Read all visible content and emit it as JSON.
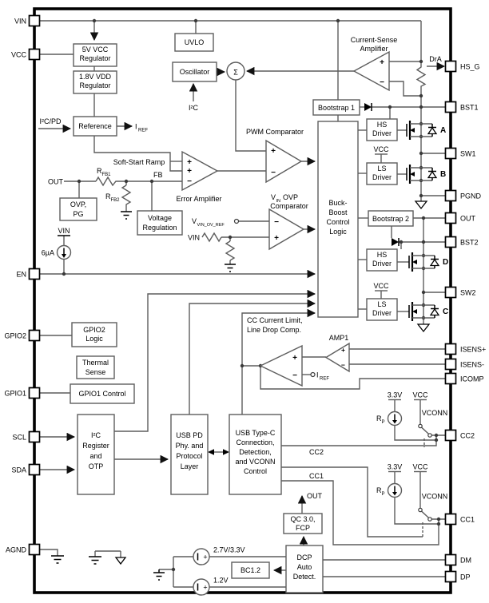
{
  "pins": {
    "left": [
      "VIN",
      "VCC",
      "EN",
      "GPIO2",
      "GPIO1",
      "SCL",
      "SDA",
      "AGND"
    ],
    "right": [
      "HS_G",
      "BST1",
      "SW1",
      "PGND",
      "OUT",
      "BST2",
      "SW2",
      "ISENS+",
      "ISENS-",
      "ICOMP",
      "CC2",
      "CC1",
      "DM",
      "DP"
    ]
  },
  "blocks": {
    "reg5": [
      "5V VCC",
      "Regulator"
    ],
    "reg18": [
      "1.8V VDD",
      "Regulator"
    ],
    "reference": [
      "Reference"
    ],
    "uvlo": [
      "UVLO"
    ],
    "oscillator": [
      "Oscillator"
    ],
    "bootstrap1": [
      "Bootstrap 1"
    ],
    "bootstrap2": [
      "Bootstrap 2"
    ],
    "buck_boost": [
      "Buck-",
      "Boost",
      "Control",
      "Logic"
    ],
    "hs_driver": [
      "HS",
      "Driver"
    ],
    "ls_driver": [
      "LS",
      "Driver"
    ],
    "ovp_pg": [
      "OVP,",
      "PG"
    ],
    "voltage_regulation": [
      "Voltage",
      "Regulation"
    ],
    "gpio2_logic": [
      "GPIO2",
      "Logic"
    ],
    "thermal_sense": [
      "Thermal",
      "Sense"
    ],
    "gpio1_control": [
      "GPIO1 Control"
    ],
    "i2c_register": [
      "I²C",
      "Register",
      "and",
      "OTP"
    ],
    "usb_pd": [
      "USB PD",
      "Phy. and",
      "Protocol",
      "Layer"
    ],
    "usb_type_c": [
      "USB Type-C",
      "Connection,",
      "Detection,",
      "and VCONN",
      "Control"
    ],
    "qc": [
      "QC 3.0,",
      "FCP"
    ],
    "dcp": [
      "DCP",
      "Auto",
      "Detect."
    ],
    "bc12": [
      "BC1.2"
    ]
  },
  "labels": {
    "current_sense": [
      "Current-Sense",
      "Amplifier"
    ],
    "pwm_comparator": "PWM Comparator",
    "soft_start": "Soft-Start Ramp",
    "error_amplifier": "Error Amplifier",
    "vin_ovp_v": "V",
    "vin_ovp_in": "IN",
    "vin_ovp_rest": "OVP",
    "vin_ovp_line2": "Comparator",
    "fb": "FB",
    "out_net": "OUT",
    "vin_net": "VIN",
    "vcc_net": "VCC",
    "r": "R",
    "rfb1_sub": "FB1",
    "rfb2_sub": "FB2",
    "rp_sub": "P",
    "v": "V",
    "vref_sub": "VIN_OV_REF",
    "i": "I",
    "iref_sub": "REF",
    "i2c": "I²C",
    "i2c_pd": "I²C/PD",
    "sigma": "Σ",
    "plus": "+",
    "minus": "−",
    "ua6": "6µA",
    "dra": "DrA",
    "fet_a": "A",
    "fet_b": "B",
    "fet_c": "C",
    "fet_d": "D",
    "cc_limit": [
      "CC Current Limit,",
      "Line Drop Comp."
    ],
    "amp1": "AMP1",
    "v33": "3.3V",
    "vconn": "VCONN",
    "cc2_net": "CC2",
    "cc1_net": "CC1",
    "out_arrow": "OUT",
    "v27": "2.7V/3.3V",
    "v12": "1.2V"
  }
}
